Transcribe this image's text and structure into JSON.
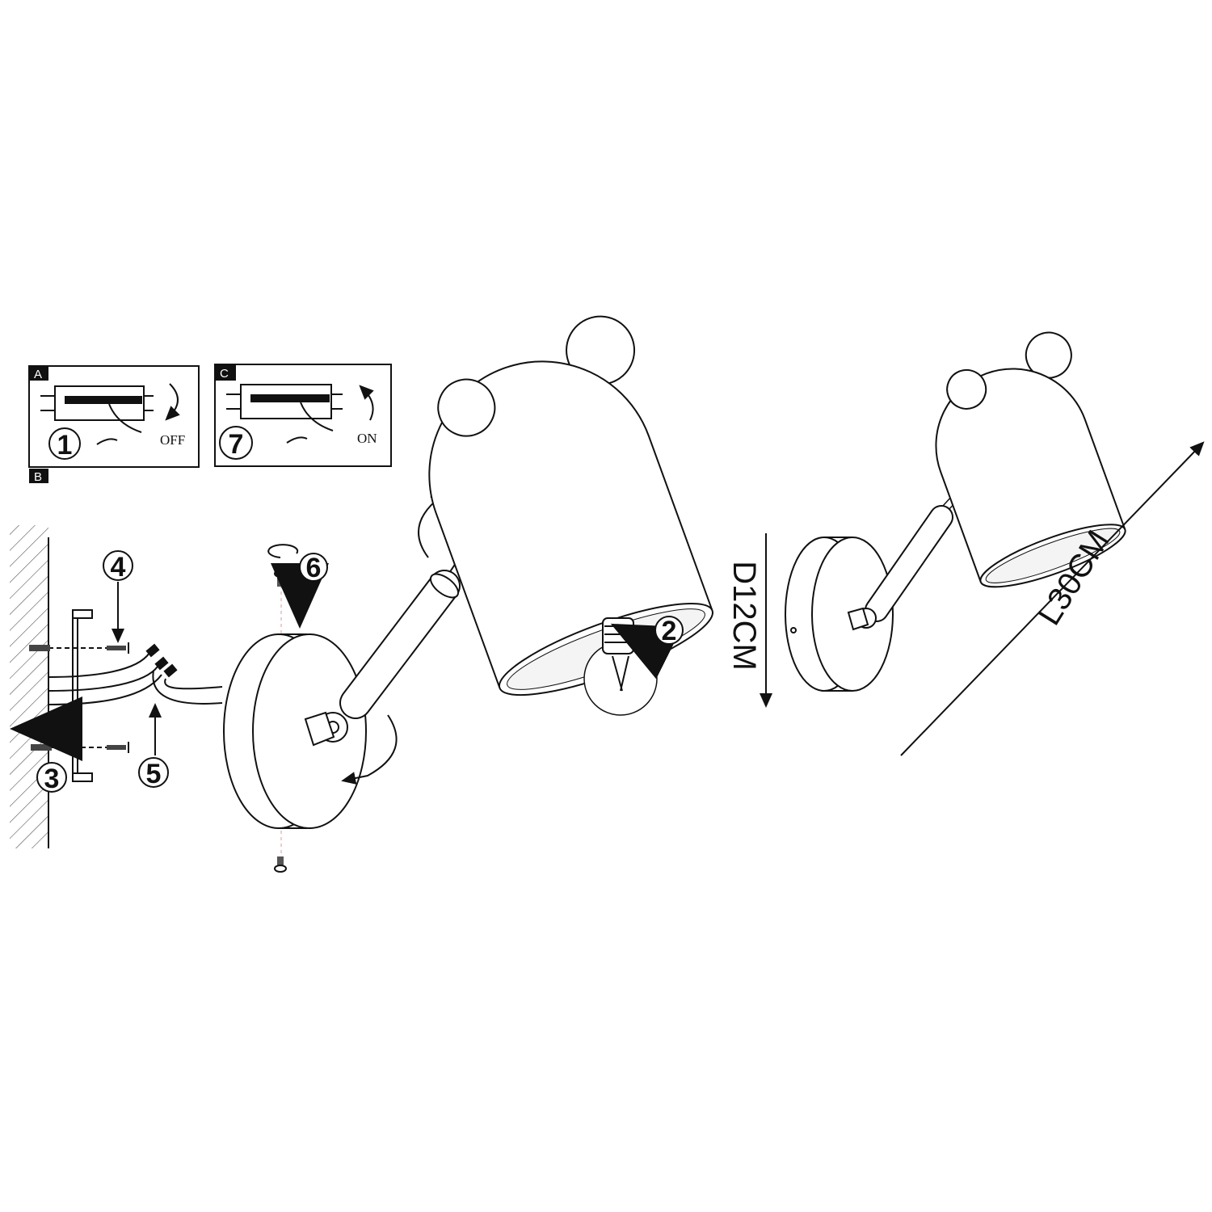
{
  "panels": {
    "panel_a": {
      "tag": "A",
      "step": "1",
      "label": "OFF"
    },
    "panel_b": {
      "tag": "B"
    },
    "panel_c": {
      "tag": "C",
      "step": "7",
      "label": "ON"
    }
  },
  "steps": {
    "s2": "2",
    "s3": "3",
    "s4": "4",
    "s5": "5",
    "s6": "6"
  },
  "dimensions": {
    "diameter": "D12CM",
    "length": "L30CM"
  }
}
